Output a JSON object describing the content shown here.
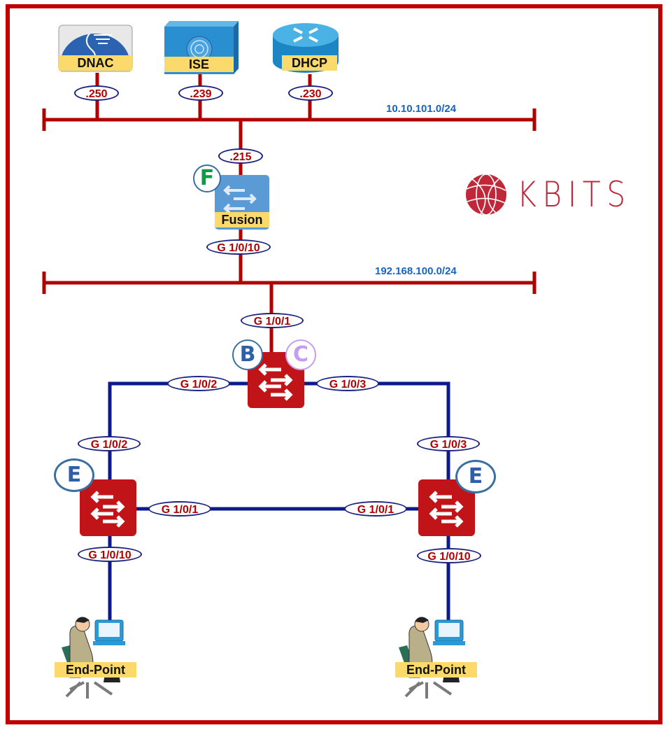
{
  "devices": {
    "dnac": {
      "label": "DNAC",
      "ip": ".250"
    },
    "ise": {
      "label": "ISE",
      "ip": ".239"
    },
    "dhcp": {
      "label": "DHCP",
      "ip": ".230"
    },
    "fusion": {
      "label": "Fusion",
      "ip": ".215",
      "role": "F",
      "downlink": "G 1/0/10"
    },
    "border_control": {
      "roles": [
        "B",
        "C"
      ],
      "uplink": "G 1/0/1",
      "left_port": "G 1/0/2",
      "right_port": "G 1/0/3"
    },
    "edge_left": {
      "role": "E",
      "uplink": "G 1/0/2",
      "cross_port": "G 1/0/1",
      "down_port": "G 1/0/10"
    },
    "edge_right": {
      "role": "E",
      "uplink": "G 1/0/3",
      "cross_port": "G 1/0/1",
      "down_port": "G 1/0/10"
    },
    "endpoint_left": {
      "label": "End-Point"
    },
    "endpoint_right": {
      "label": "End-Point"
    }
  },
  "networks": {
    "services": "10.10.101.0/24",
    "transit": "192.168.100.0/24"
  },
  "brand": {
    "name": "KBITS"
  },
  "colors": {
    "frame": "#c00000",
    "red_link": "#b00000",
    "blue_link": "#0d1a8c",
    "switch_red": "#c01418",
    "label_yellow": "#fcd96b",
    "network_blue": "#1565c0",
    "role_F": "#0a9d48",
    "role_B": "#2e5fa8",
    "role_C": "#c59cf2",
    "role_E": "#2e5fa8"
  }
}
